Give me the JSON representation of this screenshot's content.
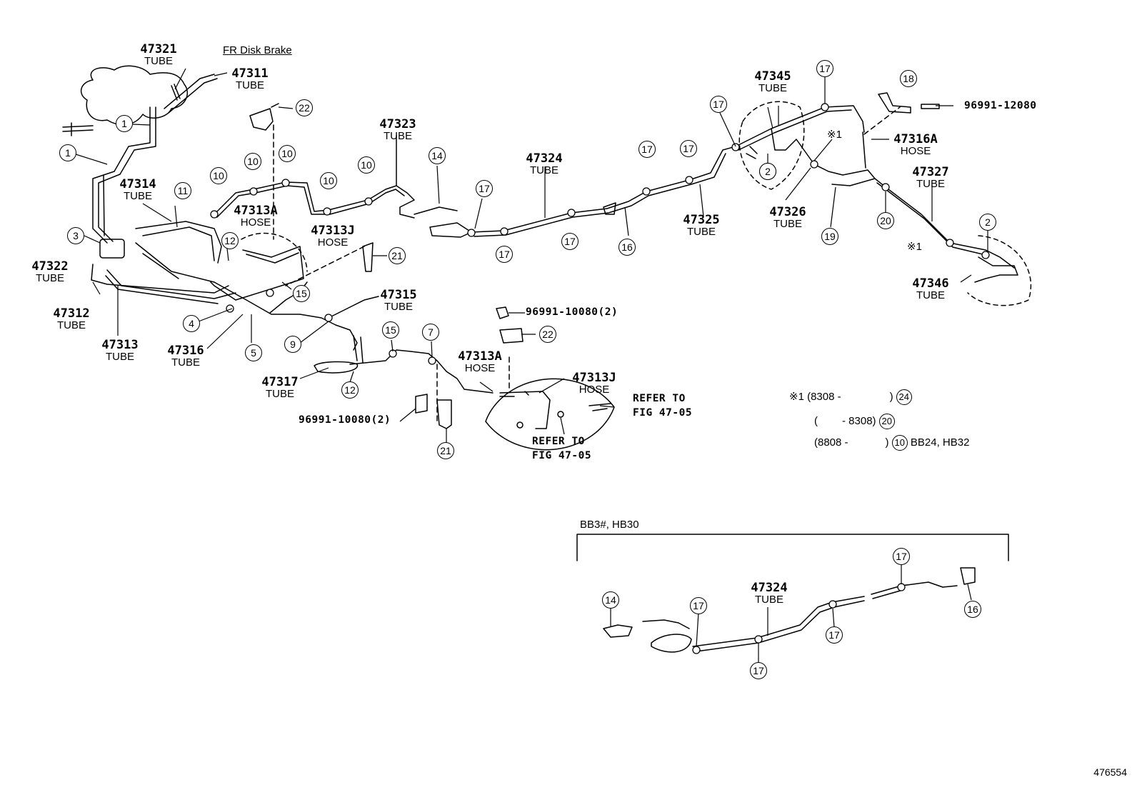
{
  "header": {
    "fr_disk_brake": "FR Disk Brake",
    "variant_label": "BB3#, HB30"
  },
  "figure_id": "476554",
  "parts": {
    "p47321": {
      "no": "47321",
      "desc": "TUBE"
    },
    "p47311": {
      "no": "47311",
      "desc": "TUBE"
    },
    "p47314": {
      "no": "47314",
      "desc": "TUBE"
    },
    "p47322": {
      "no": "47322",
      "desc": "TUBE"
    },
    "p47312": {
      "no": "47312",
      "desc": "TUBE"
    },
    "p47313": {
      "no": "47313",
      "desc": "TUBE"
    },
    "p47316": {
      "no": "47316",
      "desc": "TUBE"
    },
    "p47313a_1": {
      "no": "47313A",
      "desc": "HOSE"
    },
    "p47313j_1": {
      "no": "47313J",
      "desc": "HOSE"
    },
    "p47323": {
      "no": "47323",
      "desc": "TUBE"
    },
    "p47315": {
      "no": "47315",
      "desc": "TUBE"
    },
    "p47317": {
      "no": "47317",
      "desc": "TUBE"
    },
    "p47313a_2": {
      "no": "47313A",
      "desc": "HOSE"
    },
    "p47313j_2": {
      "no": "47313J",
      "desc": "HOSE"
    },
    "p47324": {
      "no": "47324",
      "desc": "TUBE"
    },
    "p47325": {
      "no": "47325",
      "desc": "TUBE"
    },
    "p47345": {
      "no": "47345",
      "desc": "TUBE"
    },
    "p47326": {
      "no": "47326",
      "desc": "TUBE"
    },
    "p47316a": {
      "no": "47316A",
      "desc": "HOSE"
    },
    "p47327": {
      "no": "47327",
      "desc": "TUBE"
    },
    "p47346": {
      "no": "47346",
      "desc": "TUBE"
    },
    "p47324b": {
      "no": "47324",
      "desc": "TUBE"
    }
  },
  "codes": {
    "c96991_12080": "96991-12080",
    "c96991_10080_a": "96991-10080(2)",
    "c96991_10080_b": "96991-10080(2)"
  },
  "refer": {
    "r1_line1": "REFER TO",
    "r1_line2": "FIG 47-05",
    "r2_line1": "REFER TO",
    "r2_line2": "FIG 47-05"
  },
  "notes": {
    "n1_left": "※1 (8308 -",
    "n1_num": "24",
    "n2_left": "(",
    "n2_mid": "- 8308)",
    "n2_num": "20",
    "n3_left": "(8808 -",
    "n3_num": "10",
    "n3_right": "BB24, HB32"
  },
  "asterisk_mark": "※1",
  "callouts": [
    "1",
    "1",
    "3",
    "4",
    "5",
    "9",
    "10",
    "10",
    "10",
    "10",
    "10",
    "11",
    "12",
    "12",
    "14",
    "15",
    "15",
    "7",
    "16",
    "17",
    "17",
    "17",
    "17",
    "17",
    "17",
    "17",
    "17",
    "18",
    "2",
    "2",
    "2",
    "19",
    "20",
    "21",
    "21",
    "22",
    "22",
    "14",
    "17",
    "17",
    "17",
    "17",
    "16"
  ]
}
